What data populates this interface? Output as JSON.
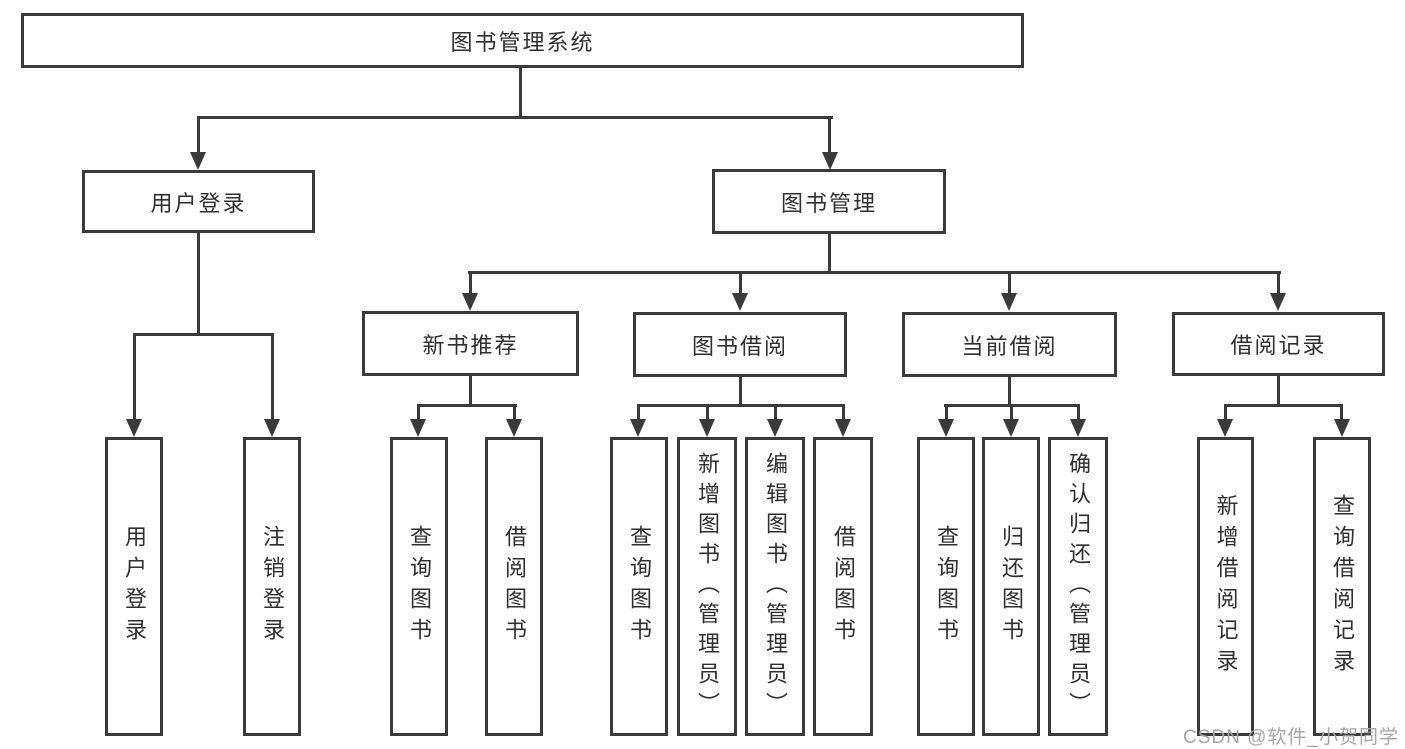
{
  "nodes": {
    "root": "图书管理系统",
    "level2": {
      "user_login": "用户登录",
      "book_mgmt": "图书管理"
    },
    "level3": {
      "new_books": "新书推荐",
      "borrowing": "图书借阅",
      "current": "当前借阅",
      "records": "借阅记录"
    },
    "leaves": {
      "user_login": "用户登录",
      "logout": "注销登录",
      "nb_query_books": "查询图书",
      "nb_borrow_books": "借阅图书",
      "bb_query_books": "查询图书",
      "bb_add_books": "新增图书（管理员）",
      "bb_edit_books": "编辑图书（管理员）",
      "bb_borrow_books": "借阅图书",
      "cb_query_books": "查询图书",
      "cb_return_books": "归还图书",
      "cb_confirm_return": "确认归还（管理员）",
      "br_add_record": "新增借阅记录",
      "br_query_record": "查询借阅记录"
    }
  },
  "watermark": {
    "text": "CSDN @软件_小贺同学",
    "color": "#a6a6a6"
  },
  "colors": {
    "line": "#3a3a3a",
    "text": "#2f2f2f",
    "background": "#ffffff",
    "box_fill": "#ffffff"
  }
}
